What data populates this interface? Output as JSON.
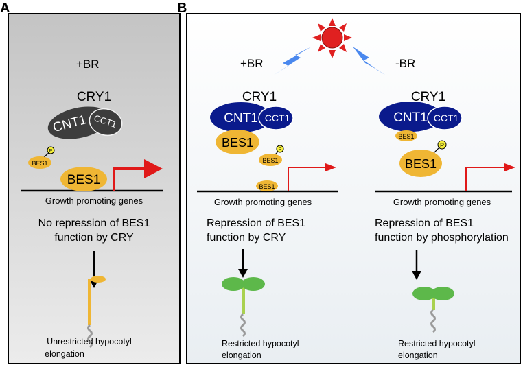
{
  "panels": {
    "a": {
      "letter": "A",
      "condition": "+BR",
      "complex_title": "CRY1",
      "cnt1": "CNT1",
      "cct1": "CCT1",
      "bes1_small": "BES1",
      "phospho": "P",
      "bes1_big": "BES1",
      "gene_label": "Growth promoting genes",
      "caption_line1": "No repression of BES1",
      "caption_line2": "function by CRY",
      "outcome_line1": "Unrestricted hypocotyl",
      "outcome_line2": "elongation"
    },
    "b": {
      "letter": "B",
      "left": {
        "condition": "+BR",
        "complex_title": "CRY1",
        "cnt1": "CNT1",
        "cct1": "CCT1",
        "bes1_bound": "BES1",
        "bes1_phos": "BES1",
        "phospho": "P",
        "bes1_promoter": "BES1",
        "gene_label": "Growth promoting genes",
        "caption_line1": "Repression of BES1",
        "caption_line2": "function by CRY",
        "outcome_line1": "Restricted hypocotyl",
        "outcome_line2": "elongation"
      },
      "right": {
        "condition": "-BR",
        "complex_title": "CRY1",
        "cnt1": "CNT1",
        "cct1": "CCT1",
        "bes1_bound": "BES1",
        "phospho": "P",
        "bes1_big": "BES1",
        "gene_label": "Growth promoting genes",
        "caption_line1": "Repression of BES1",
        "caption_line2": "function by phosphorylation",
        "outcome_line1": "Restricted hypocotyl",
        "outcome_line2": "elongation"
      }
    }
  },
  "colors": {
    "panel_a_bg": "#d2d2d2",
    "cry_dark_gray": "#3d3d3d",
    "cry_navy": "#0a1a8c",
    "bes1_gold": "#efb634",
    "phospho_yellow": "#f4ee3a",
    "promoter_red": "#e01919",
    "sun_red": "#e02020",
    "light_blue": "#4a88ee",
    "cotyledon_green": "#5db84a",
    "hypocotyl_lightgreen": "#a9d14f",
    "root_gray": "#9a9a9a"
  },
  "icons": [
    "moon-icon",
    "sun-icon",
    "light-beam-icon",
    "seedling-icon"
  ]
}
